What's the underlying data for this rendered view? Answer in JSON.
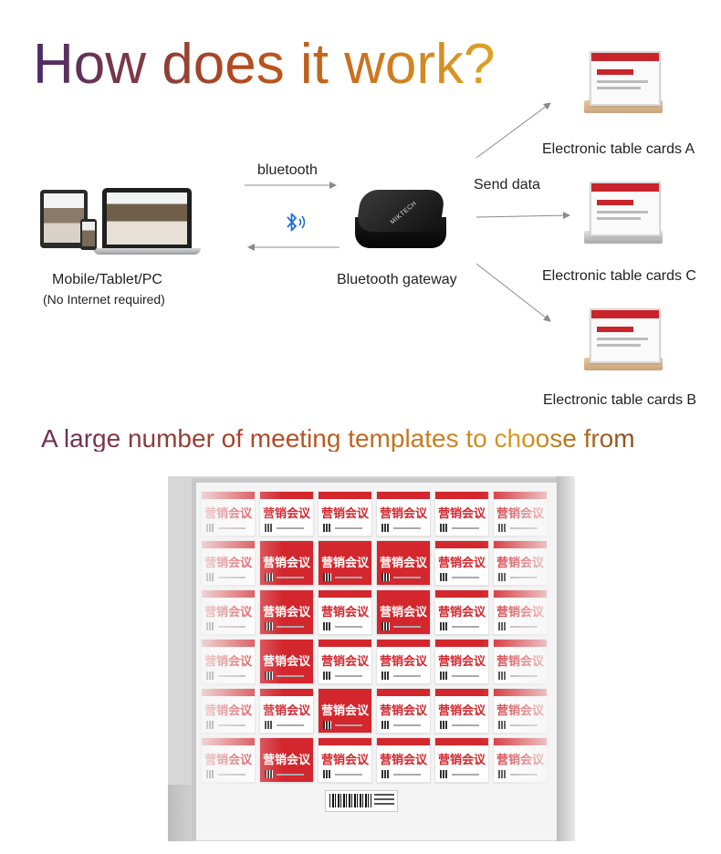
{
  "headline": "How does it work?",
  "devices": {
    "label": "Mobile/Tablet/PC",
    "note": "(No Internet required)"
  },
  "link": {
    "label": "bluetooth"
  },
  "gateway": {
    "label": "Bluetooth gateway"
  },
  "send": {
    "label": "Send data"
  },
  "cards": [
    {
      "label": "Electronic table cards A"
    },
    {
      "label": "Electronic table cards C"
    },
    {
      "label": "Electronic table cards B"
    }
  ],
  "subhead": "A large number of meeting templates to choose from",
  "template_text": "营销会议",
  "colors": {
    "accent_red": "#d3262d",
    "arrow_gray": "#8a8a8a",
    "bluetooth_blue": "#1d6fd1"
  }
}
